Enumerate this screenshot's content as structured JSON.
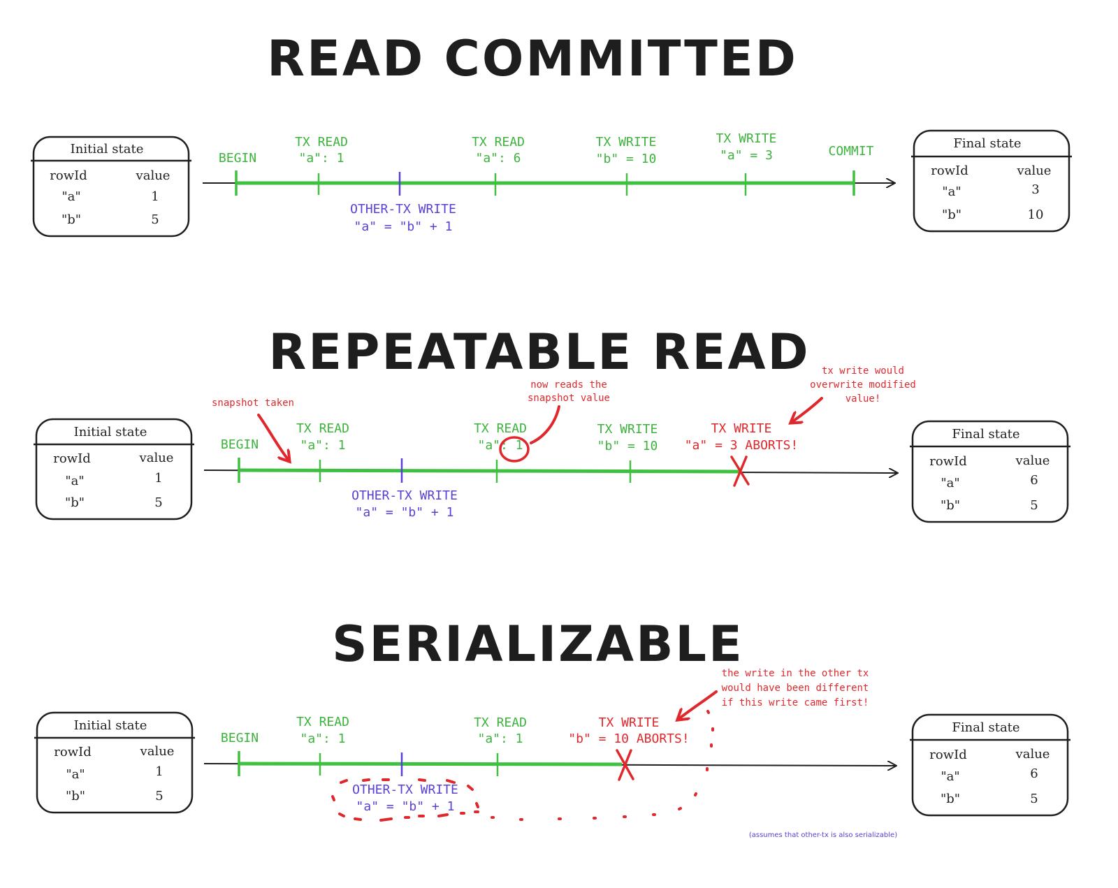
{
  "sections": [
    {
      "title": "READ COMMITTED",
      "initial": {
        "title": "Initial state",
        "col1": "rowId",
        "col2": "value",
        "rows": [
          [
            "\"a\"",
            "1"
          ],
          [
            "\"b\"",
            "5"
          ]
        ]
      },
      "final": {
        "title": "Final state",
        "col1": "rowId",
        "col2": "value",
        "rows": [
          [
            "\"a\"",
            "3"
          ],
          [
            "\"b\"",
            "10"
          ]
        ]
      },
      "events": {
        "begin": "BEGIN",
        "read1": [
          "TX READ",
          "\"a\": 1"
        ],
        "read2": [
          "TX READ",
          "\"a\": 6"
        ],
        "write1": [
          "TX WRITE",
          "\"b\" = 10"
        ],
        "write2": [
          "TX WRITE",
          "\"a\" = 3"
        ],
        "commit": "COMMIT",
        "other": [
          "OTHER-TX WRITE",
          "\"a\" = \"b\" + 1"
        ]
      }
    },
    {
      "title": "REPEATABLE READ",
      "initial": {
        "title": "Initial state",
        "col1": "rowId",
        "col2": "value",
        "rows": [
          [
            "\"a\"",
            "1"
          ],
          [
            "\"b\"",
            "5"
          ]
        ]
      },
      "final": {
        "title": "Final state",
        "col1": "rowId",
        "col2": "value",
        "rows": [
          [
            "\"a\"",
            "6"
          ],
          [
            "\"b\"",
            "5"
          ]
        ]
      },
      "events": {
        "begin": "BEGIN",
        "read1": [
          "TX READ",
          "\"a\": 1"
        ],
        "read2": [
          "TX READ",
          "\"a\": 1"
        ],
        "write1": [
          "TX WRITE",
          "\"b\" = 10"
        ],
        "write2": [
          "TX WRITE",
          "\"a\" = 3 ABORTS!"
        ],
        "other": [
          "OTHER-TX WRITE",
          "\"a\" = \"b\" + 1"
        ]
      },
      "annotations": {
        "snapshot": "snapshot taken",
        "reads": [
          "now reads the",
          "snapshot value"
        ],
        "overwrite": [
          "tx write would",
          "overwrite modified",
          "value!"
        ]
      }
    },
    {
      "title": "SERIALIZABLE",
      "initial": {
        "title": "Initial state",
        "col1": "rowId",
        "col2": "value",
        "rows": [
          [
            "\"a\"",
            "1"
          ],
          [
            "\"b\"",
            "5"
          ]
        ]
      },
      "final": {
        "title": "Final state",
        "col1": "rowId",
        "col2": "value",
        "rows": [
          [
            "\"a\"",
            "6"
          ],
          [
            "\"b\"",
            "5"
          ]
        ]
      },
      "events": {
        "begin": "BEGIN",
        "read1": [
          "TX READ",
          "\"a\": 1"
        ],
        "read2": [
          "TX READ",
          "\"a\": 1"
        ],
        "write1": [
          "TX WRITE",
          "\"b\" = 10 ABORTS!"
        ],
        "other": [
          "OTHER-TX WRITE",
          "\"a\" = \"b\" + 1"
        ]
      },
      "annotations": {
        "different": [
          "the write in the other tx",
          "would have been different",
          "if this write came first!"
        ],
        "footnote": "(assumes that other-tx is also serializable)"
      }
    }
  ]
}
